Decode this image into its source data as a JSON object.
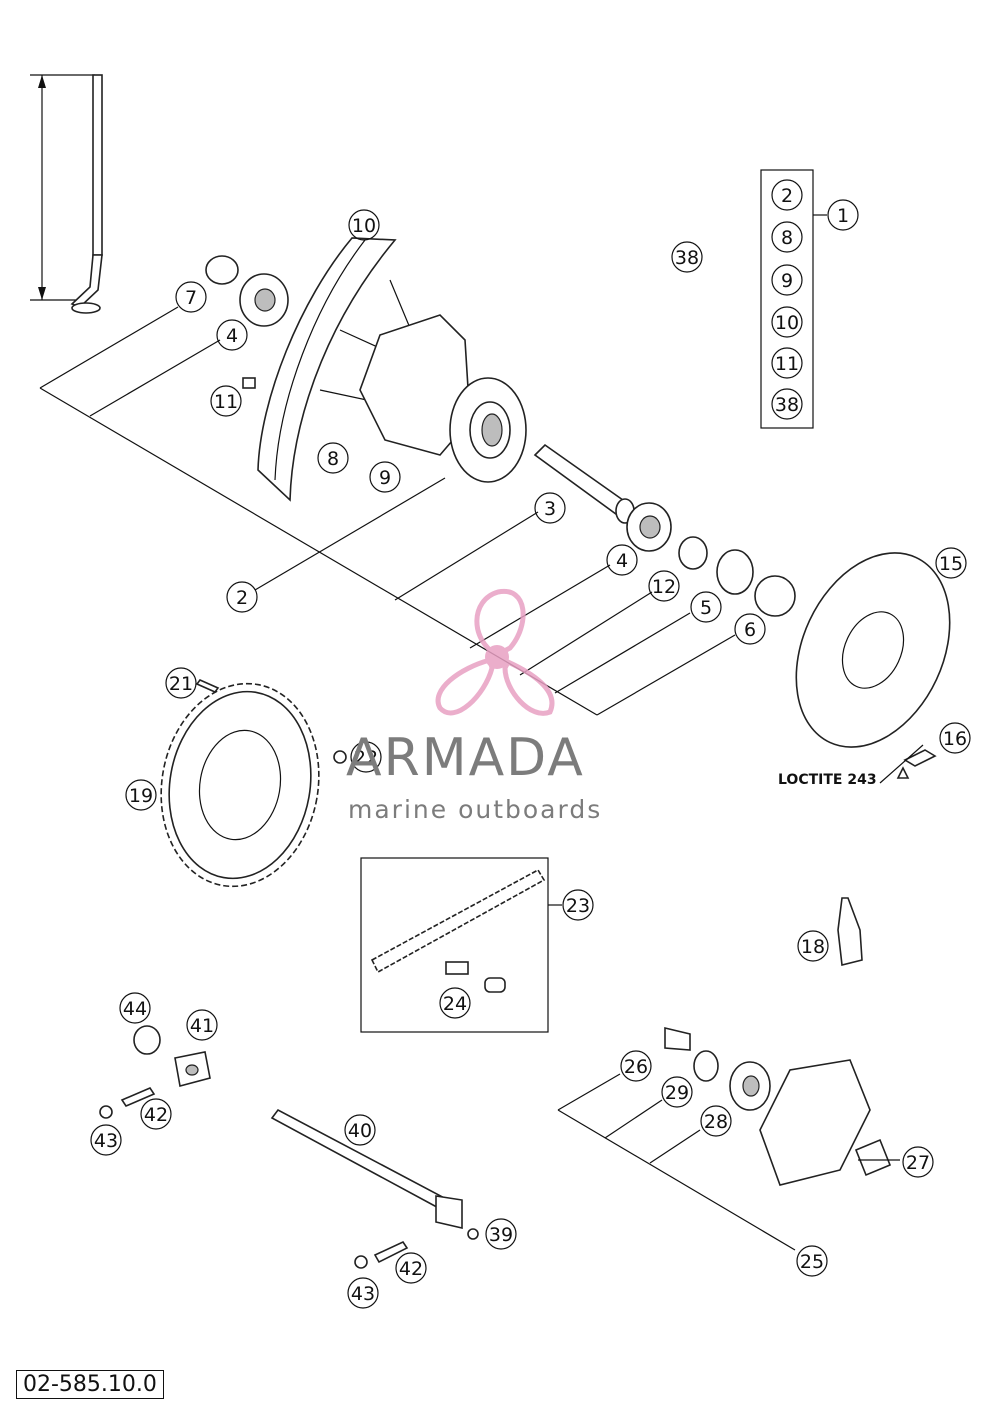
{
  "diagram_code": "02-585.10.0",
  "note_loctite": "LOCTITE 243",
  "watermark": {
    "brand": "ARMADA",
    "tagline": "marine outboards",
    "logo_color": "#e8a0c3",
    "text_color": "#7c7c7c"
  },
  "kit_group": {
    "label": "1",
    "items": [
      "2",
      "8",
      "9",
      "10",
      "11",
      "38"
    ]
  },
  "callouts": [
    "10",
    "7",
    "4",
    "11",
    "8",
    "9",
    "38",
    "3",
    "2",
    "4",
    "12",
    "5",
    "6",
    "15",
    "16",
    "21",
    "22",
    "19",
    "23",
    "24",
    "18",
    "44",
    "41",
    "42",
    "43",
    "40",
    "39",
    "42",
    "43",
    "26",
    "29",
    "28",
    "27",
    "25"
  ]
}
